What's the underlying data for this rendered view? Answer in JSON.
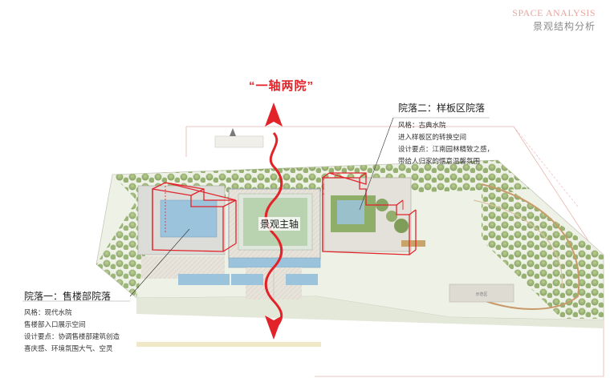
{
  "header": {
    "title_en": "SPACE ANALYSIS",
    "title_zh": "景观结构分析"
  },
  "concept_title": "“一轴两院”",
  "axis": {
    "label": "景观主轴"
  },
  "courtyard_one": {
    "title": "院落一：售楼部院落",
    "lines": [
      "风格：现代水院",
      "售楼部入口展示空间",
      "设计要点：协调售楼部建筑创造",
      "喜庆感、环境氛围大气、空灵"
    ]
  },
  "courtyard_two": {
    "title": "院落二：样板区院落",
    "lines": [
      "风格：古典水院",
      "进入样板区的转换空间",
      "设计要点：江南园林精致之感，",
      "带给人归家的惬意温馨氛围"
    ]
  },
  "colors": {
    "accent_red": "#e2232a",
    "header_pink": "#e8a79f",
    "header_gray": "#8a8a8a",
    "tree_green": "#8fae6a",
    "water_blue": "#9cc3dc"
  }
}
